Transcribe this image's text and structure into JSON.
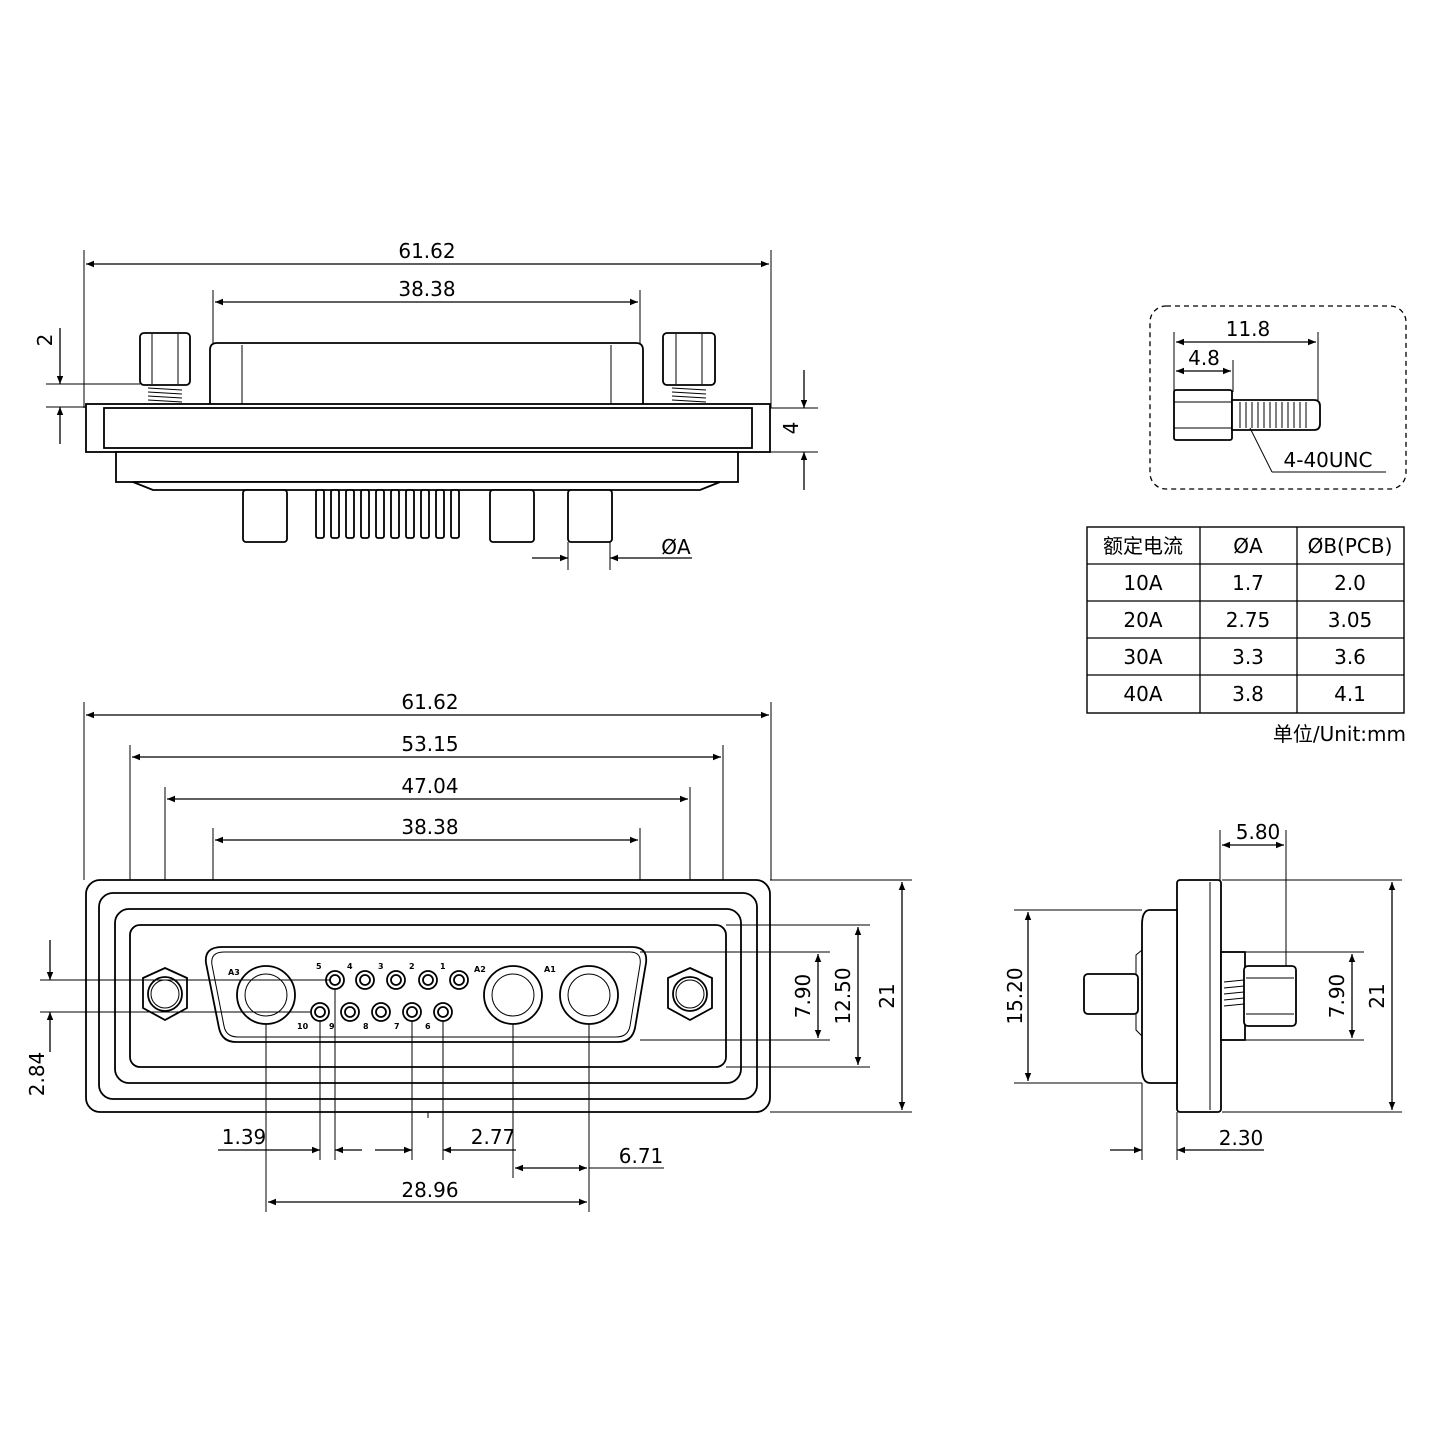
{
  "top_view": {
    "width_overall": "61.62",
    "width_shell": "38.38",
    "height_screw": "2",
    "height_flange": "4",
    "pin_diameter": "ØA"
  },
  "front_view": {
    "width_overall": "61.62",
    "width_holes_outer": "53.15",
    "width_holes": "47.04",
    "width_shell": "38.38",
    "height_pins": "7.90",
    "height_shell": "12.50",
    "height_overall": "21",
    "offset_left": "2.84",
    "pitch_small": "1.39",
    "pitch_signal": "2.77",
    "pitch_power": "6.71",
    "span_power": "28.96",
    "pin_labels": {
      "a3": "A3",
      "a2": "A2",
      "a1": "A1",
      "p1": "1",
      "p2": "2",
      "p3": "3",
      "p4": "4",
      "p5": "5",
      "p6": "6",
      "p7": "7",
      "p8": "8",
      "p9": "9",
      "p10": "10"
    }
  },
  "side_view": {
    "width_top": "5.80",
    "height_body": "15.20",
    "height_pins": "7.90",
    "height_overall": "21",
    "depth_flange": "2.30"
  },
  "detail": {
    "length_total": "11.8",
    "length_hex": "4.8",
    "thread": "4-40UNC"
  },
  "table": {
    "headers": [
      "额定电流",
      "ØA",
      "ØB(PCB)"
    ],
    "rows": [
      [
        "10A",
        "1.7",
        "2.0"
      ],
      [
        "20A",
        "2.75",
        "3.05"
      ],
      [
        "30A",
        "3.3",
        "3.6"
      ],
      [
        "40A",
        "3.8",
        "4.1"
      ]
    ],
    "unit_note": "单位/Unit:mm"
  }
}
